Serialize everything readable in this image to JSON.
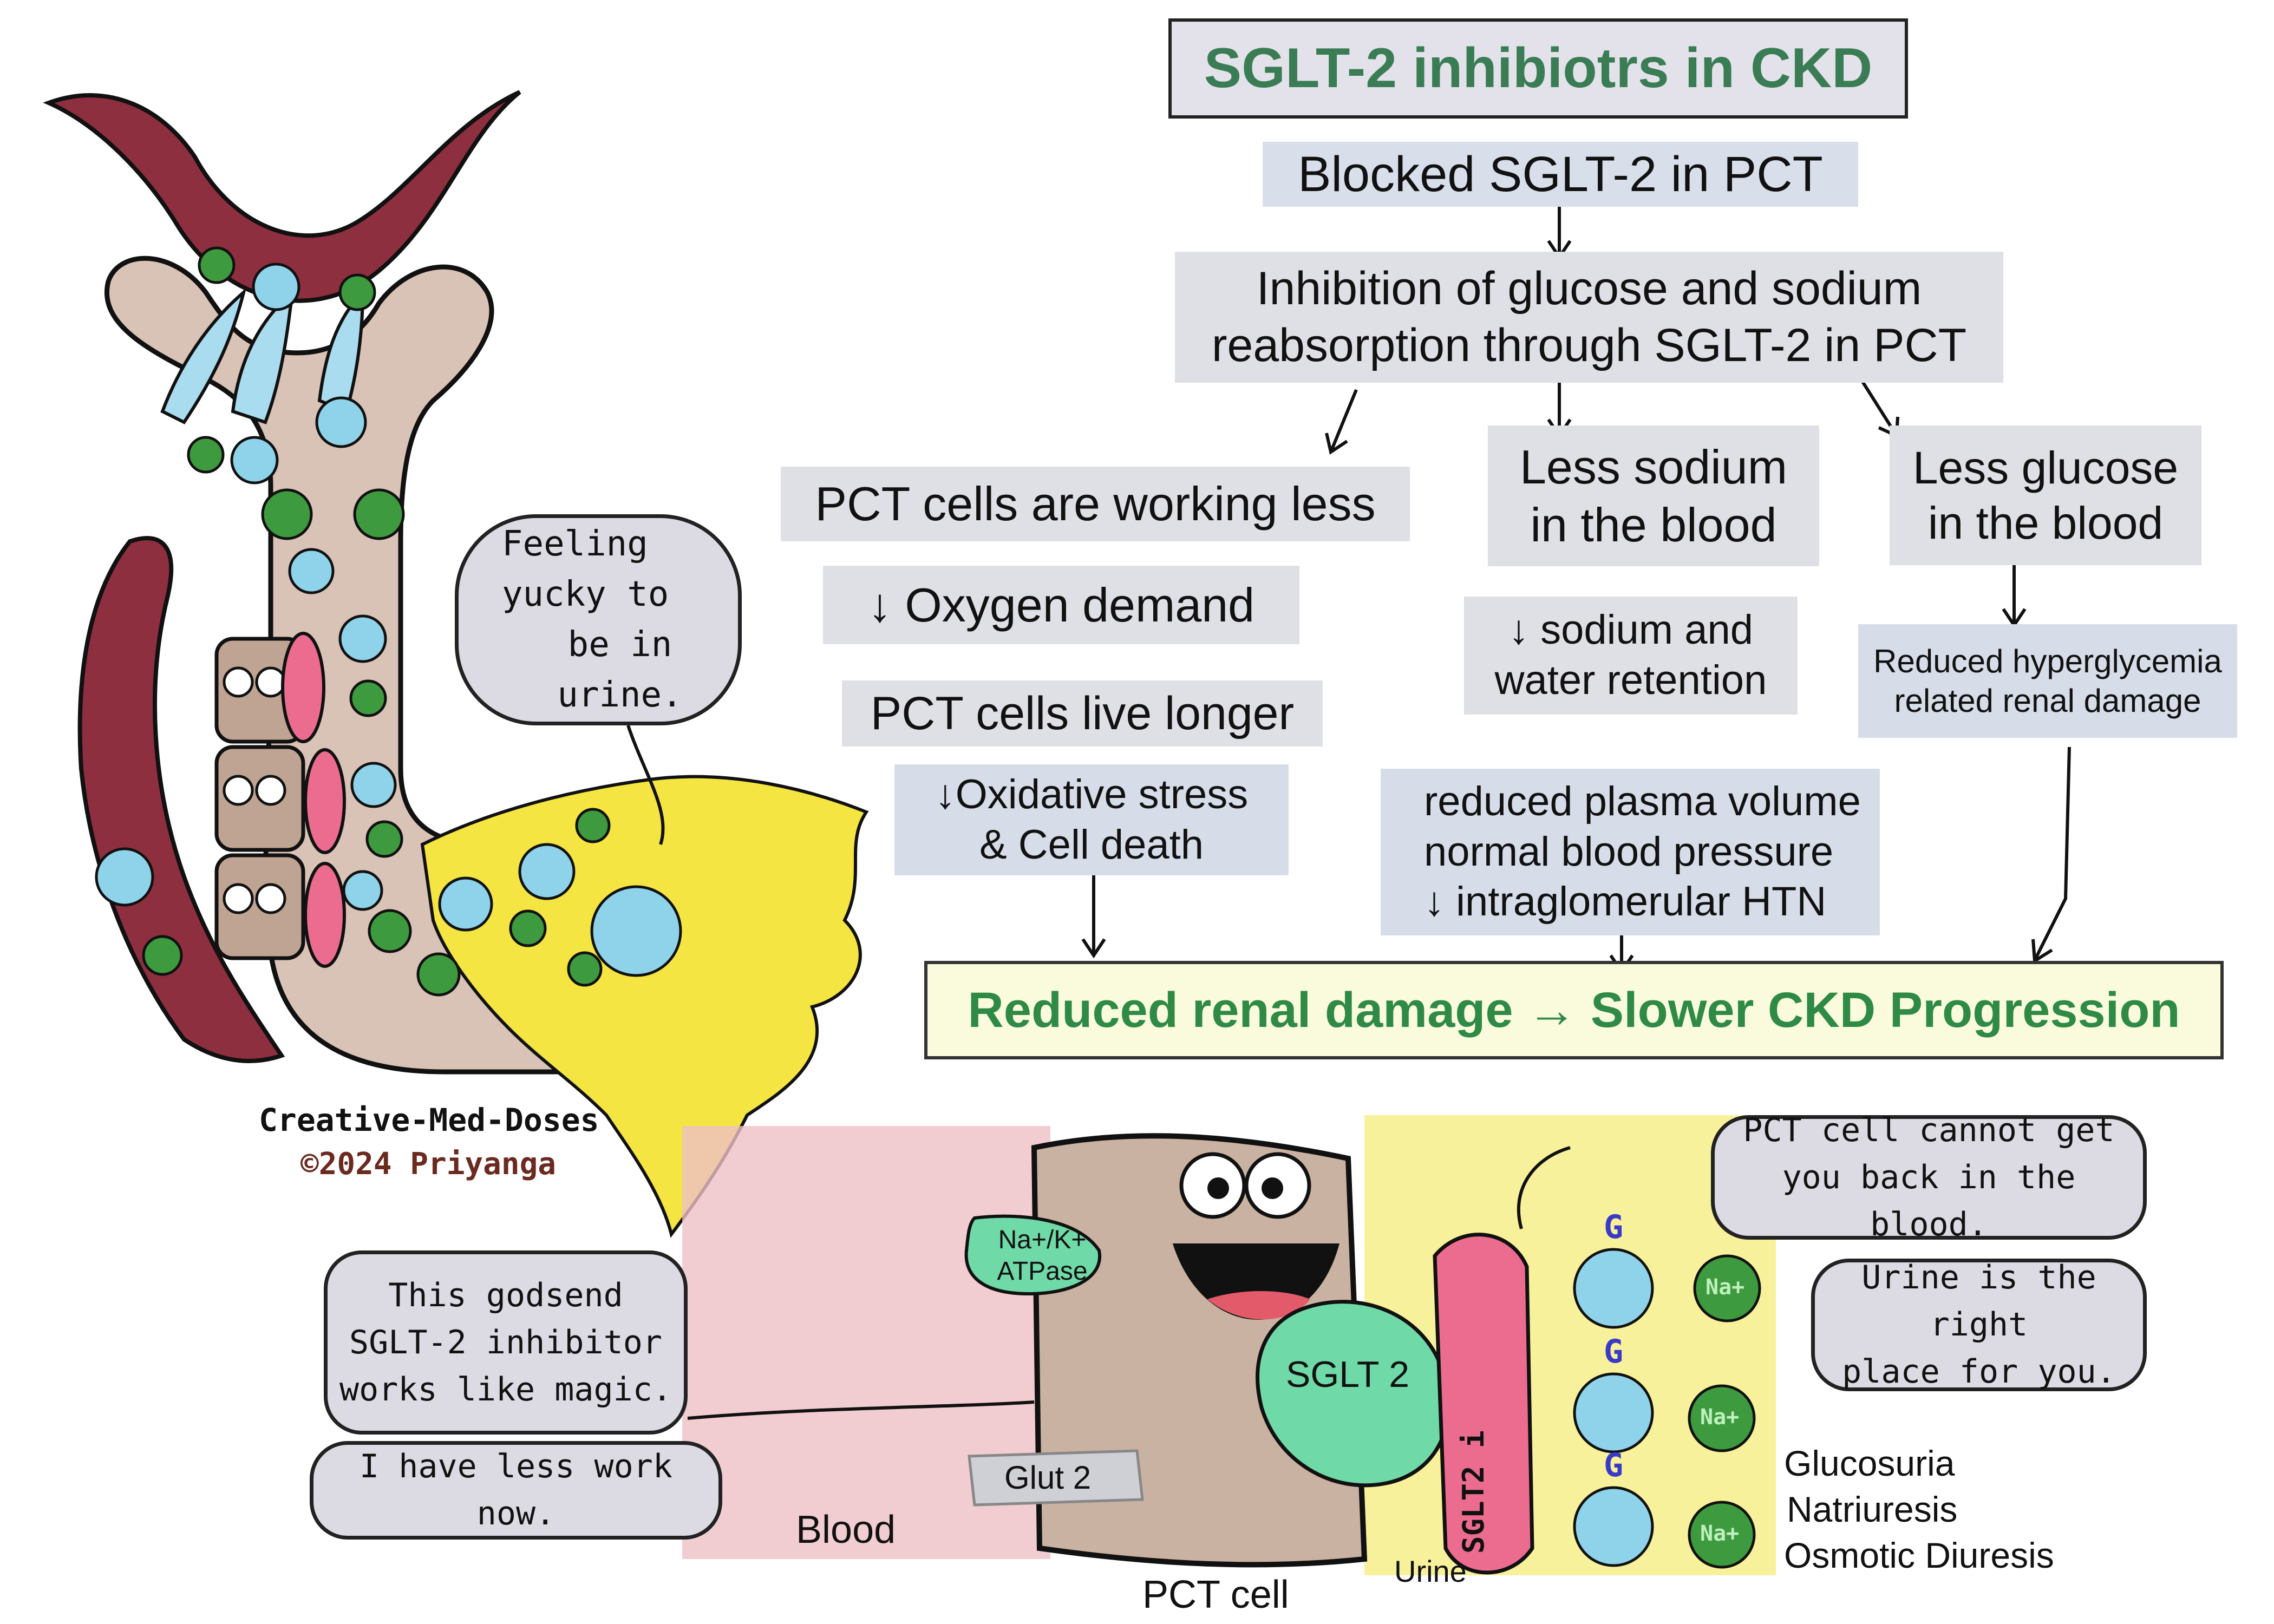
{
  "title": "SGLT-2 inhibiotrs in CKD",
  "flow": {
    "blocked": "Blocked SGLT-2 in PCT",
    "inhibition_line1": "Inhibition of glucose and sodium",
    "inhibition_line2": "reabsorption through SGLT-2 in PCT",
    "pct_working_less": "PCT cells are working less",
    "oxygen_demand": "↓ Oxygen demand",
    "pct_live_longer": "PCT cells live longer",
    "oxidative_line1": "↓Oxidative stress",
    "oxidative_line2": "& Cell death",
    "less_sodium_line1": "Less sodium",
    "less_sodium_line2": "in the blood",
    "sodium_retention_line1": "↓ sodium and",
    "sodium_retention_line2": "water retention",
    "plasma_line1": "reduced plasma volume",
    "plasma_line2": "normal blood pressure",
    "plasma_line3": "↓ intraglomerular HTN",
    "less_glucose_line1": "Less glucose",
    "less_glucose_line2": "in the blood",
    "hyperglycemia_line1": "Reduced hyperglycemia",
    "hyperglycemia_line2": "related renal damage",
    "final": "Reduced renal damage → Slower CKD Progression"
  },
  "credits": {
    "line1": "Creative-Med-Doses",
    "line2": "©2024 Priyanga"
  },
  "speech": {
    "urine_line1": "Feeling",
    "urine_line2": "yucky to",
    "urine_line3": "be in urine.",
    "godsend_line1": "This godsend",
    "godsend_line2": "SGLT-2 inhibitor",
    "godsend_line3": "works like magic.",
    "less_work": "I have less work now.",
    "cannot_line1": "PCT cell cannot get",
    "cannot_line2": "you back in the blood.",
    "right_line1": "Urine is the right",
    "right_line2": "place for you."
  },
  "labels": {
    "atpase_line1": "Na+/K+",
    "atpase_line2": "ATPase",
    "sglt2": "SGLT 2",
    "glut2": "Glut 2",
    "blood": "Blood",
    "pct_cell": "PCT cell",
    "urine": "Urine",
    "inhibitor": "SGLT2 i",
    "glucosuria": "Glucosuria",
    "natriuresis": "Natriuresis",
    "osmotic": "Osmotic Diuresis",
    "na": "Na+",
    "g": "G"
  },
  "colors": {
    "title_green": "#3a7d55",
    "final_green": "#2f8a46",
    "box_gray": "#dfdfe6",
    "box_blue": "#d6dde8",
    "tubule": "#d8c3b6",
    "vessel": "#8e2f3f",
    "glucose": "#8fd3ea",
    "sodium": "#3e9a3e",
    "urine_yellow": "#f4e542",
    "inhibitor_pink": "#ec6c8f",
    "sglt_teal": "#6fd9a8"
  }
}
